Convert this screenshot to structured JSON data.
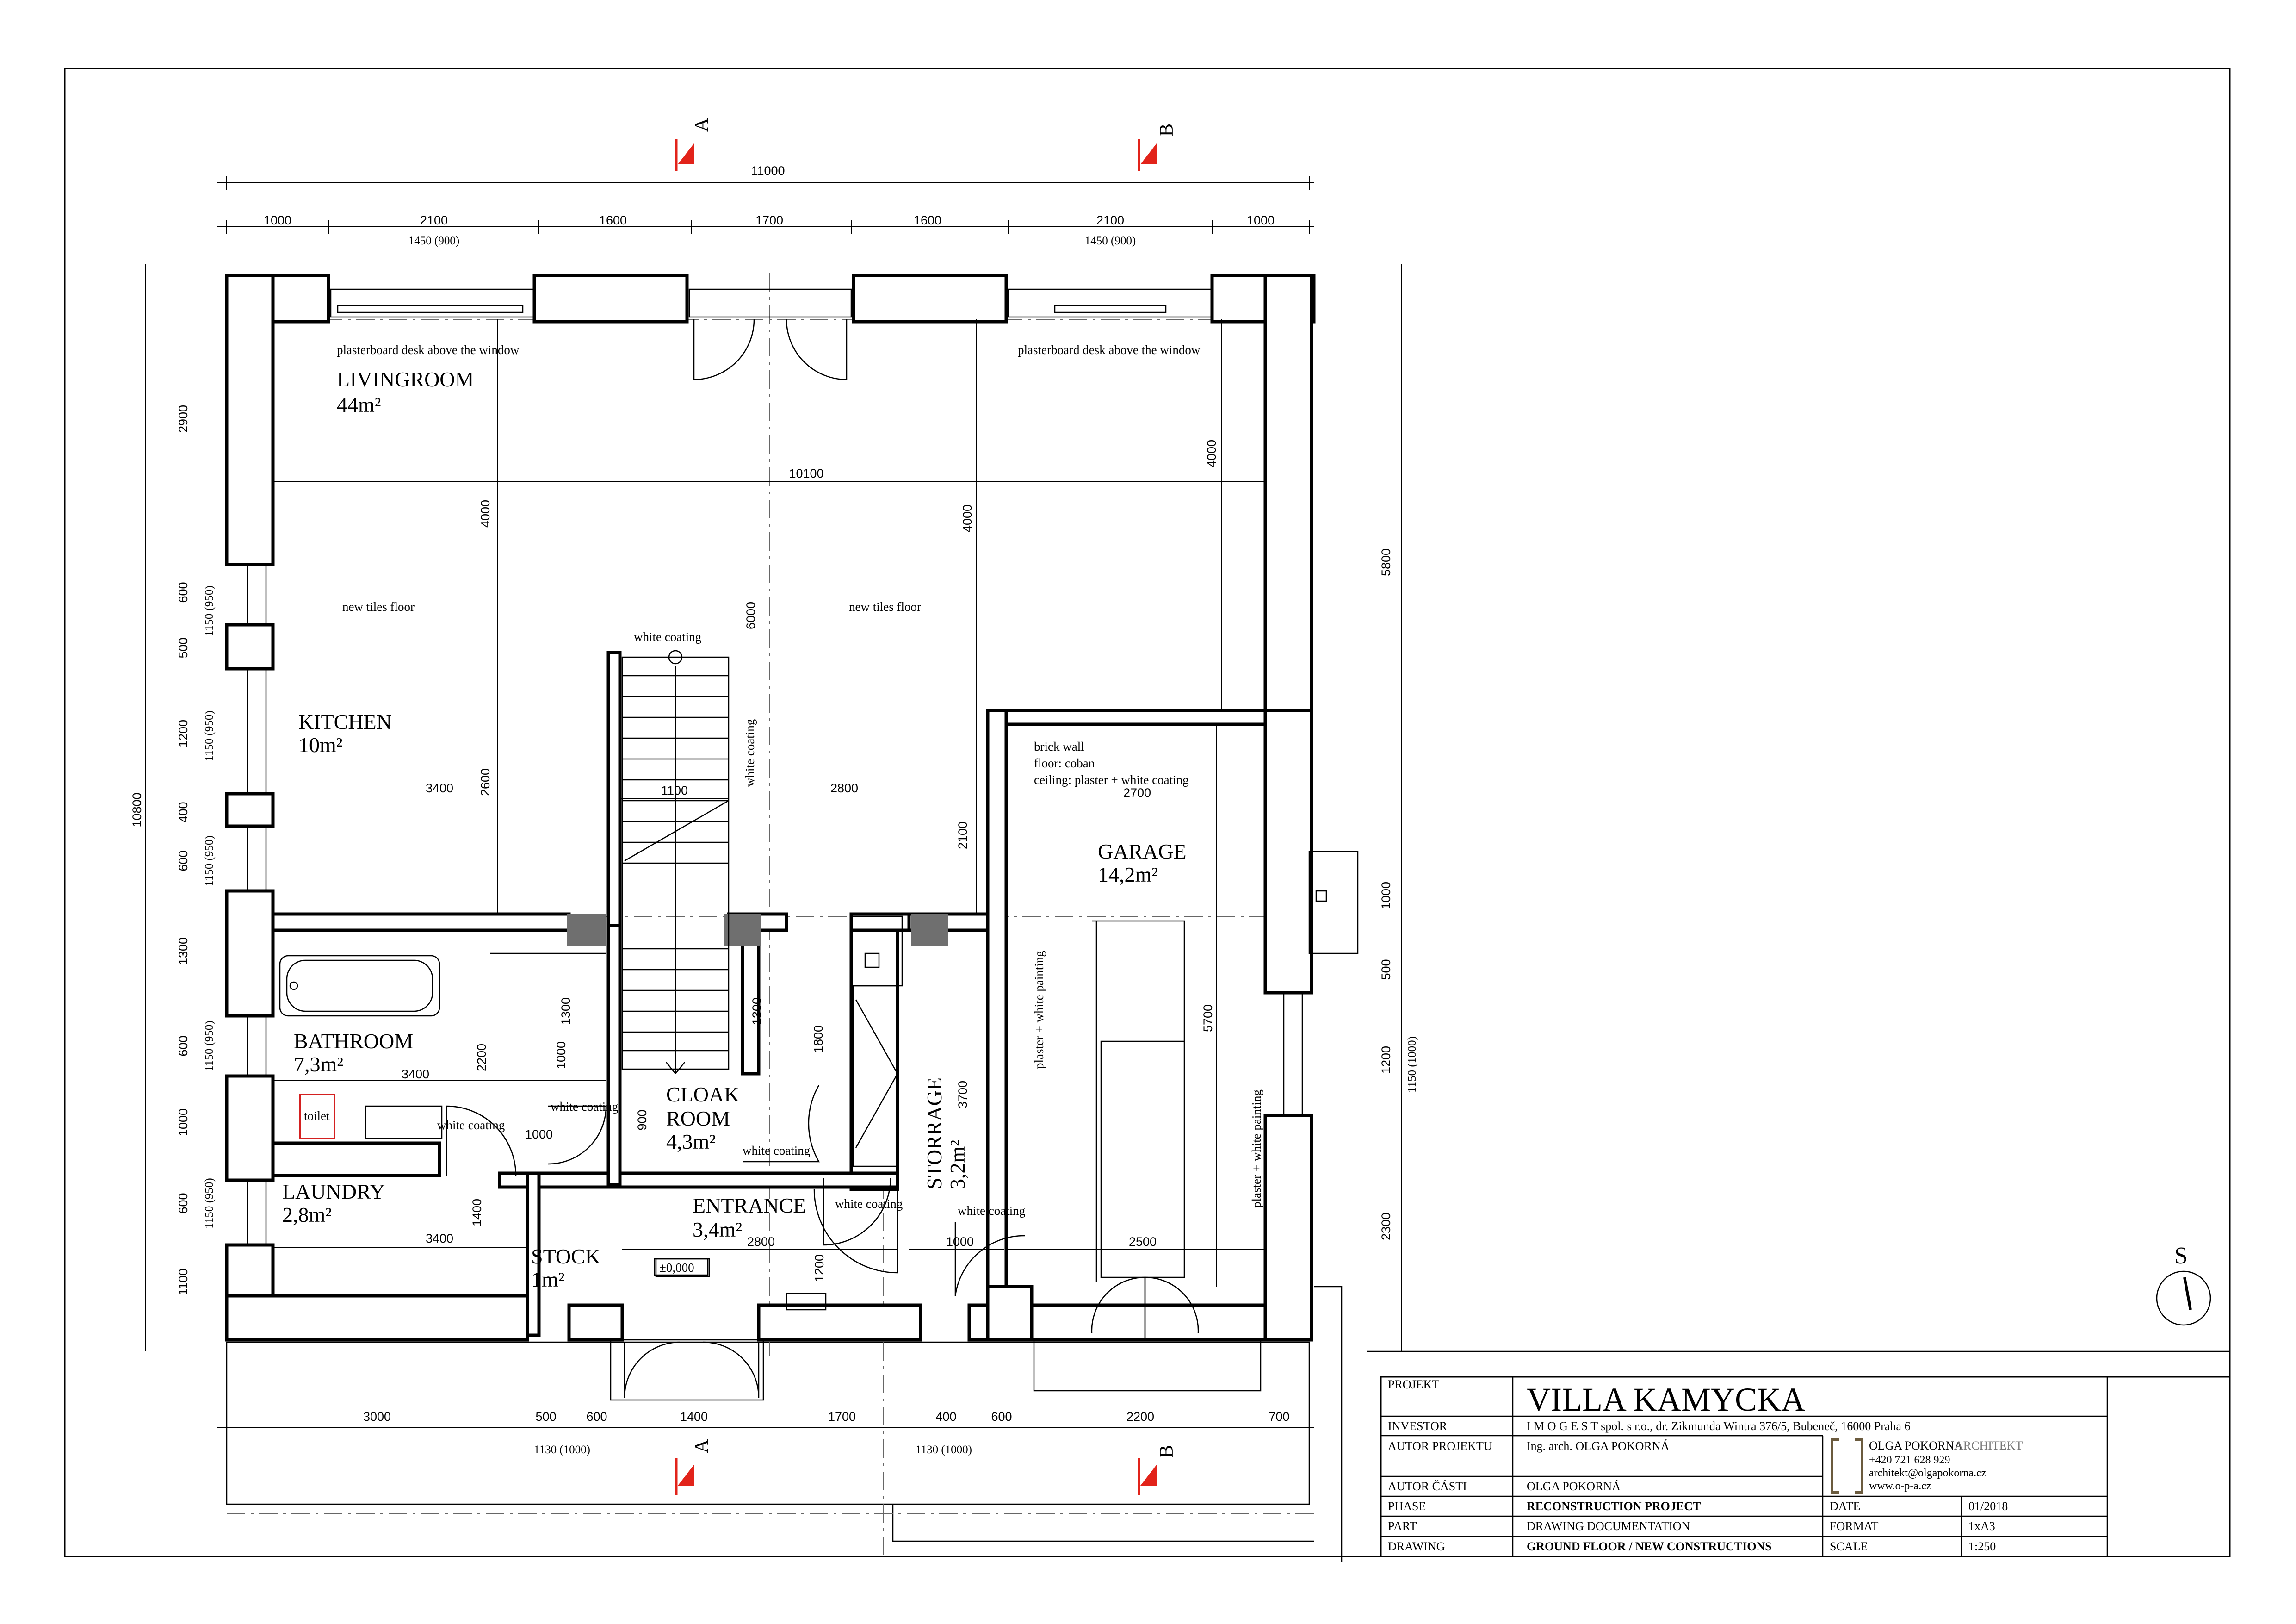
{
  "title_block": {
    "projekt_label": "PROJEKT",
    "project_name": "VILLA KAMYCKA",
    "investor_label": "INVESTOR",
    "investor": "I M O G E S T spol. s r.o., dr. Zikmunda Wintra 376/5, Bubeneč, 16000 Praha 6",
    "autor_projektu_label": "AUTOR PROJEKTU",
    "autor_projektu": "Ing. arch. OLGA POKORNÁ",
    "autor_casti_label": "AUTOR ČÁSTI",
    "autor_casti": "OLGA POKORNÁ",
    "phase_label": "PHASE",
    "phase": "RECONSTRUCTION PROJECT",
    "part_label": "PART",
    "part": "DRAWING DOCUMENTATION",
    "drawing_label": "DRAWING",
    "drawing": "GROUND FLOOR / NEW CONSTRUCTIONS",
    "date_label": "DATE",
    "date": "01/2018",
    "format_label": "FORMAT",
    "format": "1xA3",
    "scale_label": "SCALE",
    "scale": "1:250",
    "office_name": "OLGA POKORNA",
    "office_suffix": "ARCHITEKT",
    "office_phone": "+420 721 628 929",
    "office_email": "architekt@olgapokorna.cz",
    "office_web": "www.o-p-a.cz"
  },
  "sections": {
    "a": "A",
    "b": "B"
  },
  "north_label": "S",
  "rooms": {
    "livingroom": {
      "name": "LIVINGROOM",
      "area": "44m²"
    },
    "kitchen": {
      "name": "KITCHEN",
      "area": "10m²"
    },
    "garage": {
      "name": "GARAGE",
      "area": "14,2m²"
    },
    "bathroom": {
      "name": "BATHROOM",
      "area": "7,3m²"
    },
    "cloakroom_1": "CLOAK",
    "cloakroom_2": "ROOM",
    "cloakroom_area": "4,3m²",
    "storage": {
      "name": "STORRAGE",
      "area": "3,2m²"
    },
    "laundry": {
      "name": "LAUNDRY",
      "area": "2,8m²"
    },
    "entrance": {
      "name": "ENTRANCE",
      "area": "3,4m²"
    },
    "stock": {
      "name": "STOCK",
      "area": "1m²"
    }
  },
  "notes": {
    "plasterboard": "plasterboard desk above the window",
    "tiles": "new tiles floor",
    "white_coating": "white coating",
    "brick_wall": "brick wall",
    "floor_coban": "floor: coban",
    "ceiling": "ceiling: plaster + white coating",
    "plaster_painting": "plaster + white painting",
    "toilet": "toilet",
    "level": "±0,000"
  },
  "dimensions": {
    "overall_width": "11000",
    "top_chain": [
      "1000",
      "2100",
      "1600",
      "1700",
      "1600",
      "2100",
      "1000"
    ],
    "top_window": "1450 (900)",
    "bottom_chain": [
      "3000",
      "500",
      "600",
      "1400",
      "1700",
      "400",
      "600",
      "2200",
      "700"
    ],
    "bottom_window": "1130 (1000)",
    "left_overall": "10800",
    "left_chain": [
      "2900",
      "600",
      "500",
      "1200",
      "400",
      "600",
      "1300",
      "600",
      "1000",
      "600",
      "1100"
    ],
    "left_window": "1150 (950)",
    "right_chain": [
      "5800",
      "1000",
      "500",
      "1200",
      "2300"
    ],
    "right_window": "1150 (1000)",
    "inner": {
      "d10100": "10100",
      "d3400": "3400",
      "d2600": "2600",
      "d6000": "6000",
      "d4000": "4000",
      "d4000b": "4000",
      "d2800": "2800",
      "d1100": "1100",
      "d2100": "2100",
      "d2700": "2700",
      "d5700": "5700",
      "d1300a": "1300",
      "d1300b": "1300",
      "d1000": "1000",
      "d2200": "2200",
      "d3400b": "3400",
      "d1800": "1800",
      "d3700": "3700",
      "d900": "900",
      "d1000b": "1000",
      "d1400": "1400",
      "d3400c": "3400",
      "d2800b": "2800",
      "d1200": "1200",
      "d1000c": "1000",
      "d2500": "2500"
    }
  }
}
